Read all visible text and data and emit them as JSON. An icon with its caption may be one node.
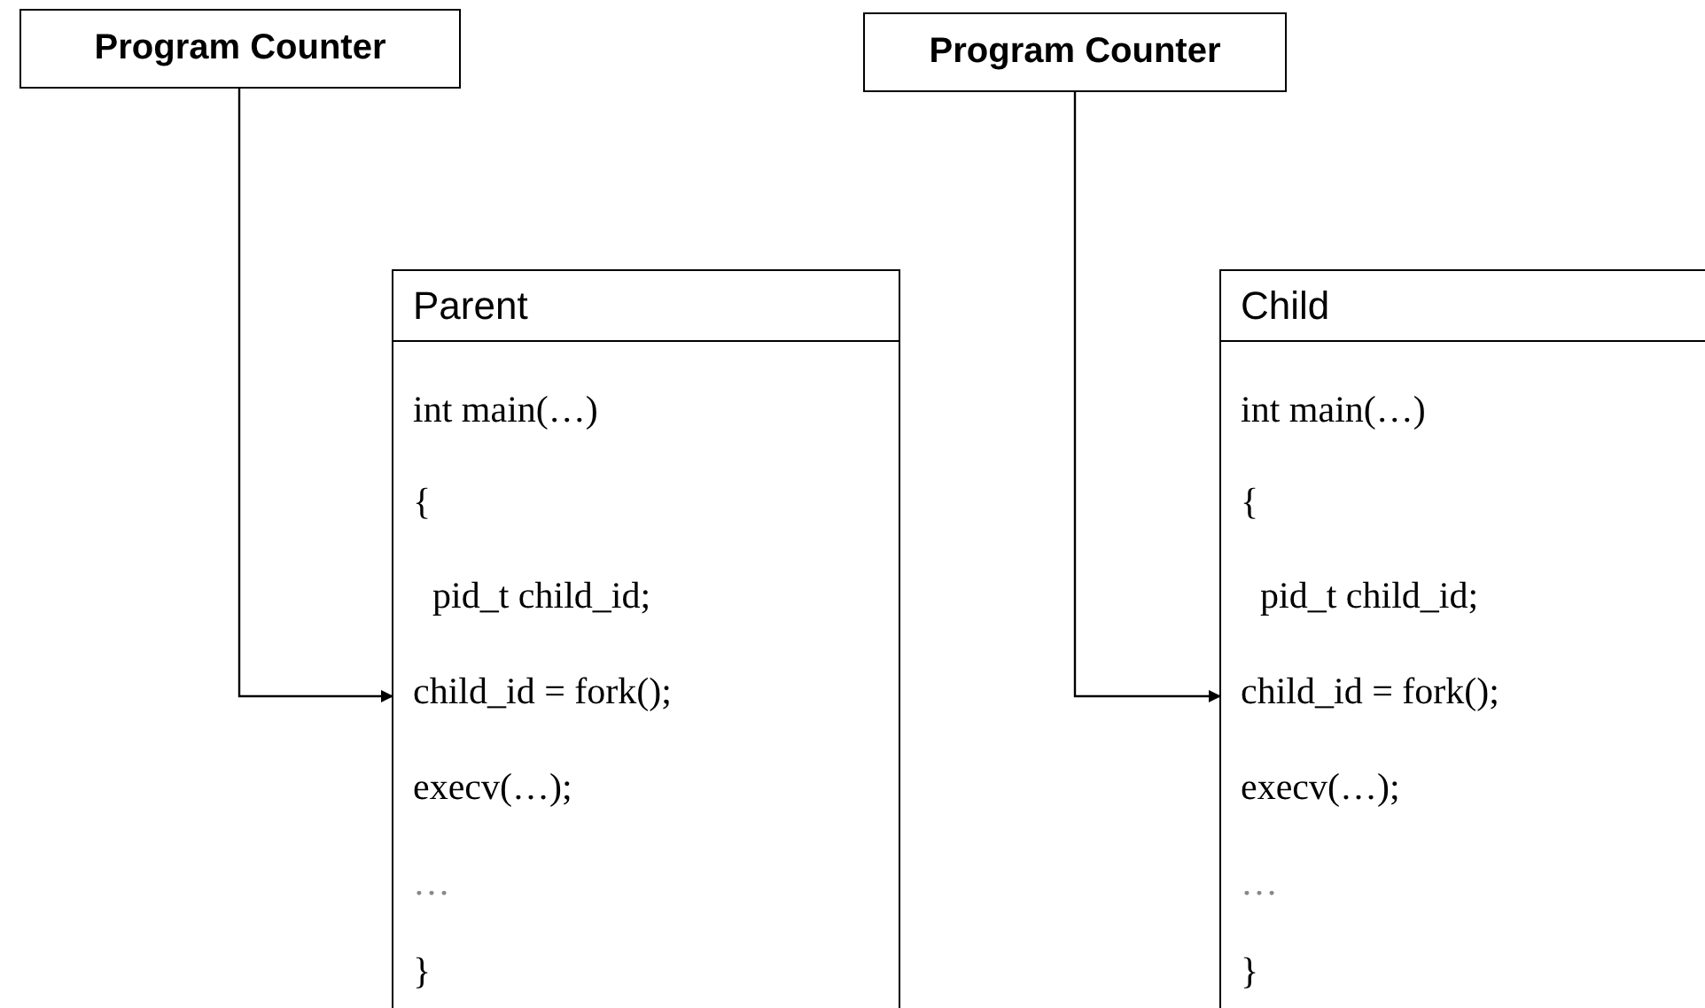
{
  "diagram": {
    "nodes": [
      {
        "text": [
          "Program Counter"
        ]
      },
      {
        "text": [
          "Parent"
        ]
      },
      {
        "text": [
          "int main(…)"
        ],
        "in": 1
      },
      {
        "text": [
          "{"
        ],
        "in": 1
      },
      {
        "text": [
          "pid_t child_id;"
        ],
        "in": 1
      },
      {
        "text": [
          "child_id = fork();"
        ],
        "in": 1
      },
      {
        "text": [
          "execv(…);"
        ],
        "in": 1
      },
      {
        "text": [
          "…"
        ],
        "in": 1
      },
      {
        "text": [
          "}"
        ],
        "in": 1
      },
      {
        "text": [
          "Program Counter"
        ]
      },
      {
        "text": [
          "Child"
        ]
      },
      {
        "text": [
          "int main(…)"
        ],
        "in": 10
      },
      {
        "text": [
          "{"
        ],
        "in": 10
      },
      {
        "text": [
          "pid_t child_id;"
        ],
        "in": 10
      },
      {
        "text": [
          "child_id = fork();"
        ],
        "in": 10
      },
      {
        "text": [
          "execv(…);"
        ],
        "in": 10
      },
      {
        "text": [
          "…"
        ],
        "in": 10
      },
      {
        "text": [
          "}"
        ],
        "in": 10
      }
    ],
    "edges": [
      {
        "from": 0,
        "to": 5,
        "arrow": "to"
      },
      {
        "from": 9,
        "to": 14,
        "arrow": "to"
      }
    ]
  }
}
